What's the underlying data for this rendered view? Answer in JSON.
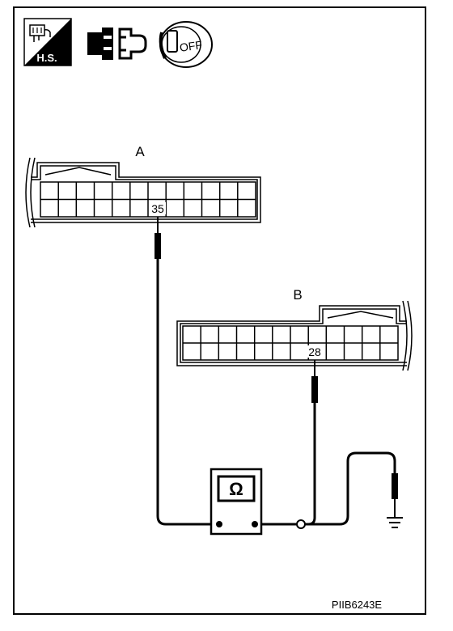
{
  "header_icons": {
    "harness_icon": {
      "label": "H.S."
    },
    "connector_icon": {
      "icon": "disconnect-connector-icon"
    },
    "ignition_icon": {
      "label": "OFF"
    }
  },
  "connector_a": {
    "label": "A",
    "terminal": "35"
  },
  "connector_b": {
    "label": "B",
    "terminal": "28"
  },
  "meter": {
    "symbol": "Ω"
  },
  "ground": {
    "icon": "ground-icon"
  },
  "figure_code": "PIIB6243E",
  "colors": {
    "line": "#000000",
    "background": "#ffffff"
  }
}
